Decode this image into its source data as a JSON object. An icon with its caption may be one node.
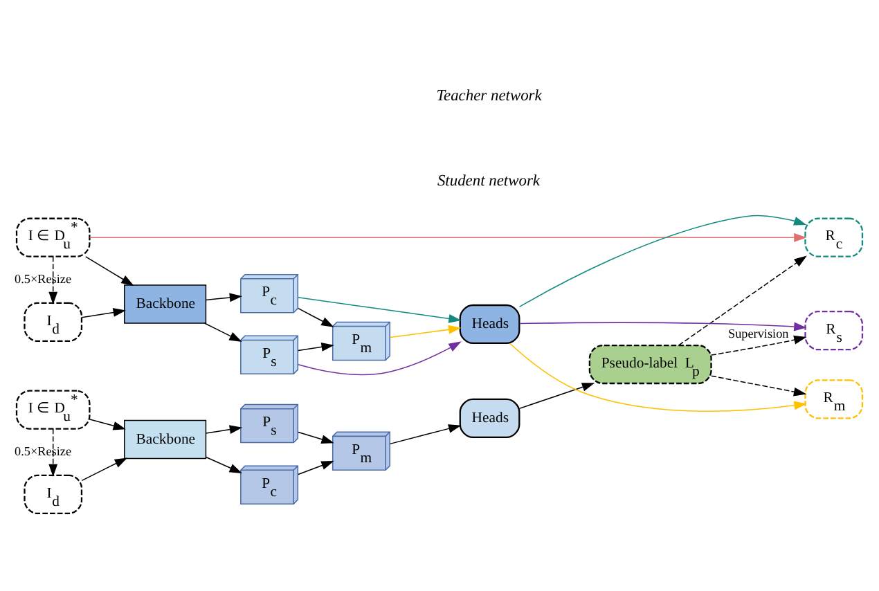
{
  "diagram": {
    "nodes": [
      {
        "text": [
          "I ∈ D$_{u}$$^{*}$"
        ]
      },
      {
        "text": [
          "I$_{d}$"
        ]
      },
      {
        "text": [
          "Backbone"
        ]
      },
      {
        "text": [
          "P$_{c}$"
        ]
      },
      {
        "text": [
          "P$_{s}$"
        ]
      },
      {
        "text": [
          "P$_{m}$"
        ]
      },
      {
        "text": [
          "Heads"
        ]
      },
      {
        "text": [
          "Pseudo-label  L$_{p}$"
        ]
      },
      {
        "text": [
          "I$_{d}$"
        ]
      },
      {
        "text": [
          "I ∈ D$_{u}$$^{*}$"
        ]
      },
      {
        "text": [
          "Backbone"
        ]
      },
      {
        "text": [
          "P$_{s}$"
        ]
      },
      {
        "text": [
          "P$_{c}$"
        ]
      },
      {
        "text": [
          "P$_{m}$"
        ]
      },
      {
        "text": [
          "Heads"
        ]
      },
      {
        "text": [
          "R$_{s}$"
        ]
      },
      {
        "text": [
          "R$_{m}$"
        ]
      },
      {
        "text": [
          "R$_{c}$"
        ]
      }
    ],
    "edges": [
      {
        "from": 0,
        "to": 1,
        "arrow": "to",
        "style": "dashed",
        "label": "0.5×Resize"
      },
      {
        "from": 0,
        "to": 2,
        "arrow": "to"
      },
      {
        "from": 1,
        "to": 2,
        "arrow": "to"
      },
      {
        "from": 2,
        "to": 3,
        "arrow": "to"
      },
      {
        "from": 2,
        "to": 4,
        "arrow": "to"
      },
      {
        "from": 3,
        "to": 5,
        "arrow": "to"
      },
      {
        "from": 4,
        "to": 5,
        "arrow": "to"
      },
      {
        "from": 5,
        "to": 6,
        "arrow": "to"
      },
      {
        "from": 6,
        "to": 7,
        "arrow": "to"
      },
      {
        "from": 7,
        "to": 15,
        "arrow": "to",
        "style": "dashed",
        "label": "Supervision"
      },
      {
        "from": 7,
        "to": 16,
        "arrow": "to",
        "style": "dashed"
      },
      {
        "from": 7,
        "to": 17,
        "arrow": "to",
        "style": "dashed"
      },
      {
        "from": 9,
        "to": 8,
        "arrow": "to",
        "style": "dashed",
        "label": "0.5×Resize"
      },
      {
        "from": 8,
        "to": 10,
        "arrow": "to"
      },
      {
        "from": 9,
        "to": 10,
        "arrow": "to"
      },
      {
        "from": 10,
        "to": 11,
        "arrow": "to"
      },
      {
        "from": 10,
        "to": 12,
        "arrow": "to"
      },
      {
        "from": 11,
        "to": 13,
        "arrow": "to"
      },
      {
        "from": 12,
        "to": 13,
        "arrow": "to"
      },
      {
        "from": 11,
        "to": 14,
        "arrow": "to",
        "color": "#7030a0"
      },
      {
        "from": 13,
        "to": 14,
        "arrow": "to",
        "color": "#ffc000"
      },
      {
        "from": 12,
        "to": 14,
        "arrow": "to",
        "color": "#138a80"
      },
      {
        "from": 14,
        "to": 15,
        "arrow": "to",
        "color": "#7030a0"
      },
      {
        "from": 14,
        "to": 16,
        "arrow": "to",
        "color": "#ffc000"
      },
      {
        "from": 14,
        "to": 17,
        "arrow": "to",
        "color": "#138a80"
      },
      {
        "from": 9,
        "to": 17,
        "arrow": "to",
        "color": "#e07070"
      }
    ],
    "labels": [
      "Teacher network",
      "Student network"
    ]
  }
}
